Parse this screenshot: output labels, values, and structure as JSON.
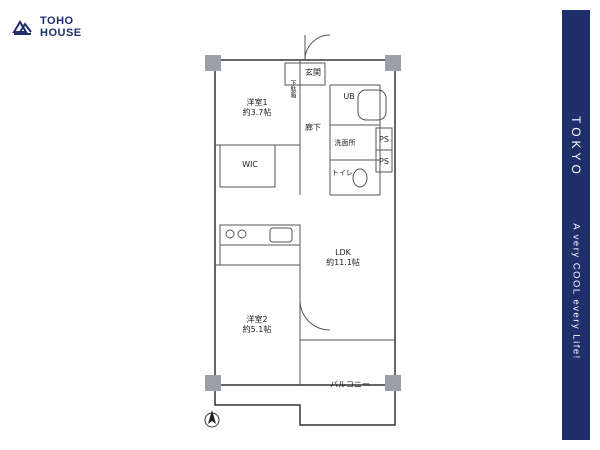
{
  "brand": {
    "line1": "TOHO",
    "line2": "HOUSE",
    "logo_icon": "toho-house-logo-icon",
    "color": "#1e2f6b"
  },
  "side_panel": {
    "city": "TOKYO",
    "tagline": "A very COOL every Life!",
    "background": "#1e2f6b"
  },
  "rooms": {
    "western1_name": "洋室1",
    "western1_size": "約3.7帖",
    "western2_name": "洋室2",
    "western2_size": "約5.1帖",
    "ldk_name": "LDK",
    "ldk_size": "約11.1帖",
    "wic": "WIC",
    "corridor": "廊下",
    "entrance": "玄関",
    "shoe_box": "下駄箱",
    "ub": "UB",
    "washroom": "洗面所",
    "toilet": "トイレ",
    "ps1": "PS",
    "ps2": "PS",
    "balcony": "バルコニー"
  },
  "icons": {
    "compass": "north-arrow-icon"
  }
}
